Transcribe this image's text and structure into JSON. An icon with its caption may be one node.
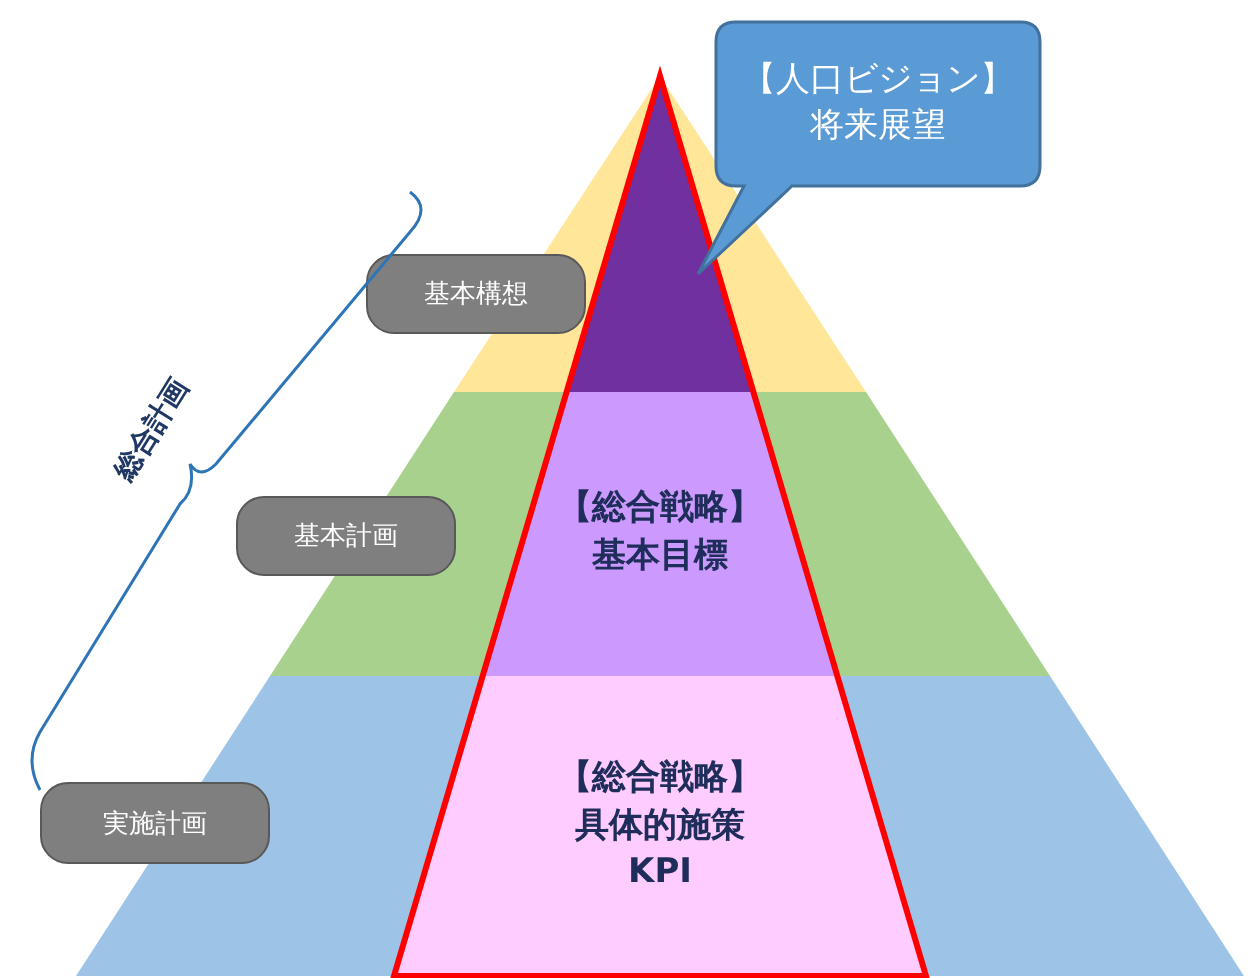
{
  "diagram": {
    "nodes": [
      {
        "text": [
          "【人口ビジョン】",
          "将来展望"
        ]
      },
      {
        "text": [],
        "shape": "triangle"
      },
      {
        "text": [
          "【総合戦略】",
          "基本目標"
        ]
      },
      {
        "text": [
          "【総合戦略】",
          "具体的施策",
          "KPI"
        ]
      },
      {
        "text": [
          "基本構想"
        ]
      },
      {
        "text": [
          "基本計画"
        ]
      },
      {
        "text": [
          "実施計画"
        ]
      }
    ],
    "edges": [],
    "labels": [
      "総合計画"
    ]
  }
}
